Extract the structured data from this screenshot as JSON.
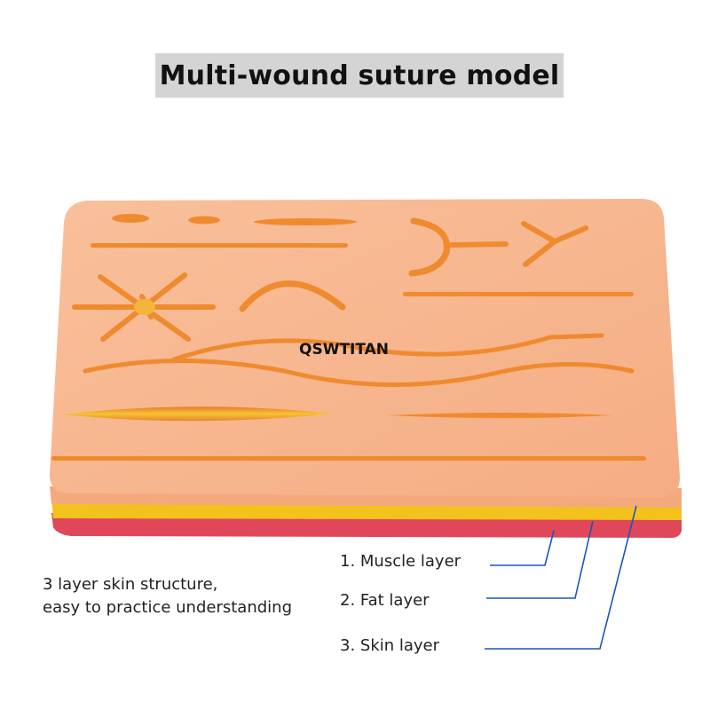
{
  "title": "Multi-wound suture model",
  "watermark": "QSWTITAN",
  "description": {
    "line1": "3 layer skin structure,",
    "line2": "easy to practice understanding"
  },
  "layers": [
    {
      "label": "1.  Muscle layer",
      "color": "#e0475a"
    },
    {
      "label": "2.   Fat layer",
      "color": "#f3c21c"
    },
    {
      "label": "3.  Skin layer",
      "color": "#f7b48a"
    }
  ],
  "colors": {
    "pad_skin": "#f7b48a",
    "wound": "#ef8a2e",
    "leader_line": "#1a56b8"
  }
}
